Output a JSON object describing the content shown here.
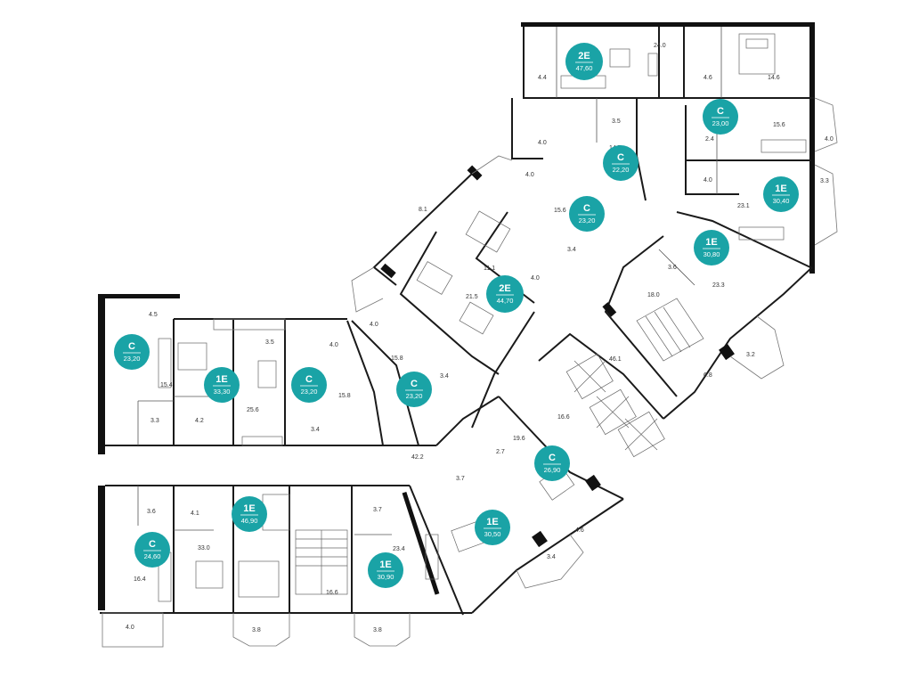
{
  "colors": {
    "badge": "#1aa3a6",
    "walls": "#111111"
  },
  "apartments": [
    {
      "type": "2E",
      "area": "47,60"
    },
    {
      "type": "C",
      "area": "23,00"
    },
    {
      "type": "C",
      "area": "22,20"
    },
    {
      "type": "1E",
      "area": "30,40"
    },
    {
      "type": "C",
      "area": "23,20"
    },
    {
      "type": "1E",
      "area": "30,80"
    },
    {
      "type": "2E",
      "area": "44,70"
    },
    {
      "type": "C",
      "area": "23,20"
    },
    {
      "type": "1E",
      "area": "33,30"
    },
    {
      "type": "C",
      "area": "23,20"
    },
    {
      "type": "C",
      "area": "23,20"
    },
    {
      "type": "C",
      "area": "26,90"
    },
    {
      "type": "1E",
      "area": "46,90"
    },
    {
      "type": "1E",
      "area": "30,50"
    },
    {
      "type": "C",
      "area": "24,60"
    },
    {
      "type": "1E",
      "area": "30,90"
    }
  ],
  "room_areas": [
    "24.0",
    "4.4",
    "4.6",
    "14.6",
    "3.5",
    "4.0",
    "14.7",
    "15.6",
    "4.0",
    "2.4",
    "4.0",
    "3.3",
    "23.1",
    "4.0",
    "15.6",
    "3.4",
    "8.1",
    "11.1",
    "21.5",
    "4.0",
    "3.6",
    "18.0",
    "23.3",
    "3.2",
    "6.8",
    "46.1",
    "4.5",
    "15.4",
    "3.3",
    "4.2",
    "3.5",
    "25.6",
    "4.0",
    "15.8",
    "3.4",
    "4.0",
    "15.8",
    "3.4",
    "16.6",
    "19.6",
    "2.7",
    "3.7",
    "42.2",
    "3.6",
    "4.1",
    "33.0",
    "3.7",
    "23.4",
    "16.4",
    "4.6",
    "3.4",
    "16.6",
    "4.0",
    "3.8",
    "3.8"
  ]
}
